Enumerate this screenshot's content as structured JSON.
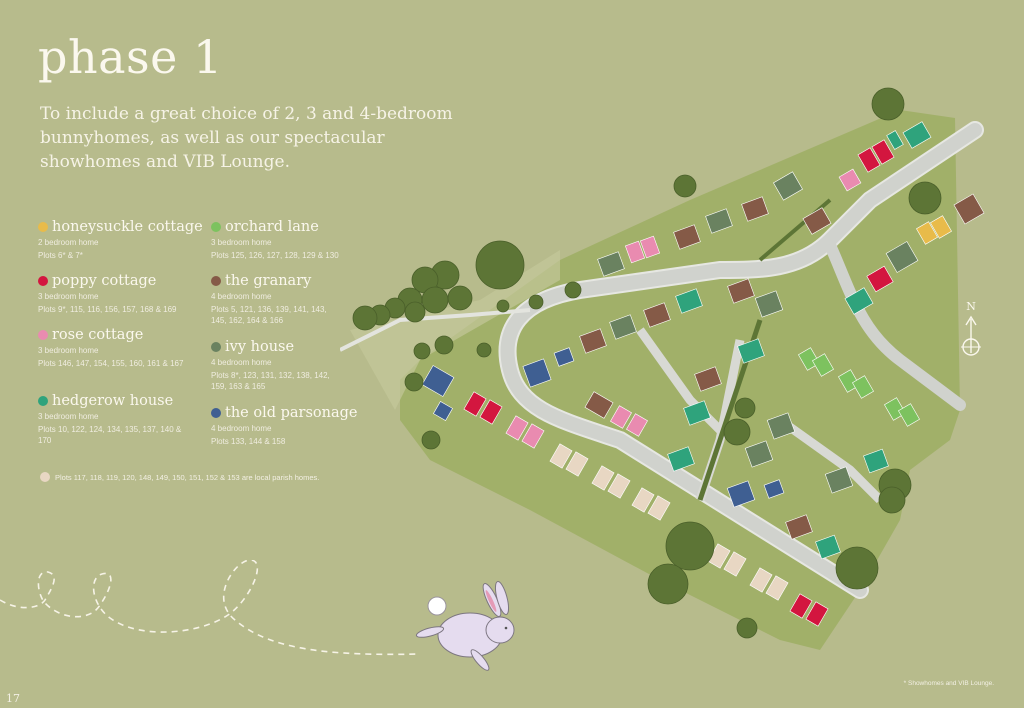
{
  "page": {
    "title": "phase 1",
    "intro": "To include a great choice of 2, 3 and 4-bedroom bunnyhomes, as well as our spectacular showhomes and VIB Lounge.",
    "page_number": "17",
    "footnote": "* Showhomes and VIB Lounge."
  },
  "legend": {
    "items": [
      {
        "name": "honeysuckle cottage",
        "bedrooms": "2 bedroom home",
        "plots": "Plots 6* & 7*",
        "color": "#e8bb4a"
      },
      {
        "name": "poppy cottage",
        "bedrooms": "3 bedroom home",
        "plots": "Plots 9*, 115, 116, 156, 157, 168 & 169",
        "color": "#d3163f"
      },
      {
        "name": "rose cottage",
        "bedrooms": "3 bedroom home",
        "plots": "Plots 146, 147, 154, 155, 160, 161 & 167",
        "color": "#e98bb0"
      },
      {
        "name": "hedgerow house",
        "bedrooms": "3 bedroom home",
        "plots": "Plots 10, 122, 124, 134, 135, 137, 140 & 170",
        "color": "#2fa37c"
      },
      {
        "name": "orchard lane",
        "bedrooms": "3 bedroom home",
        "plots": "Plots 125, 126, 127, 128, 129 & 130",
        "color": "#7dc25f"
      },
      {
        "name": "the granary",
        "bedrooms": "4 bedroom home",
        "plots": "Plots 5, 121, 136, 139, 141, 143, 145, 162, 164 & 166",
        "color": "#855a47"
      },
      {
        "name": "ivy house",
        "bedrooms": "4 bedroom home",
        "plots": "Plots 8*, 123, 131, 132, 138, 142, 159, 163 & 165",
        "color": "#6a8260"
      },
      {
        "name": "the old parsonage",
        "bedrooms": "4 bedroom home",
        "plots": "Plots 133, 144 & 158",
        "color": "#3f5f92"
      }
    ],
    "parish_note": "Plots 117, 118, 119, 120, 148, 149, 150, 151, 152 & 153 are local parish homes.",
    "parish_color": "#e8d7c3"
  },
  "compass": {
    "label": "N"
  },
  "map_colors": {
    "grass": "#9dae63",
    "road": "#d4d6d2",
    "tree": "#5d7536"
  }
}
